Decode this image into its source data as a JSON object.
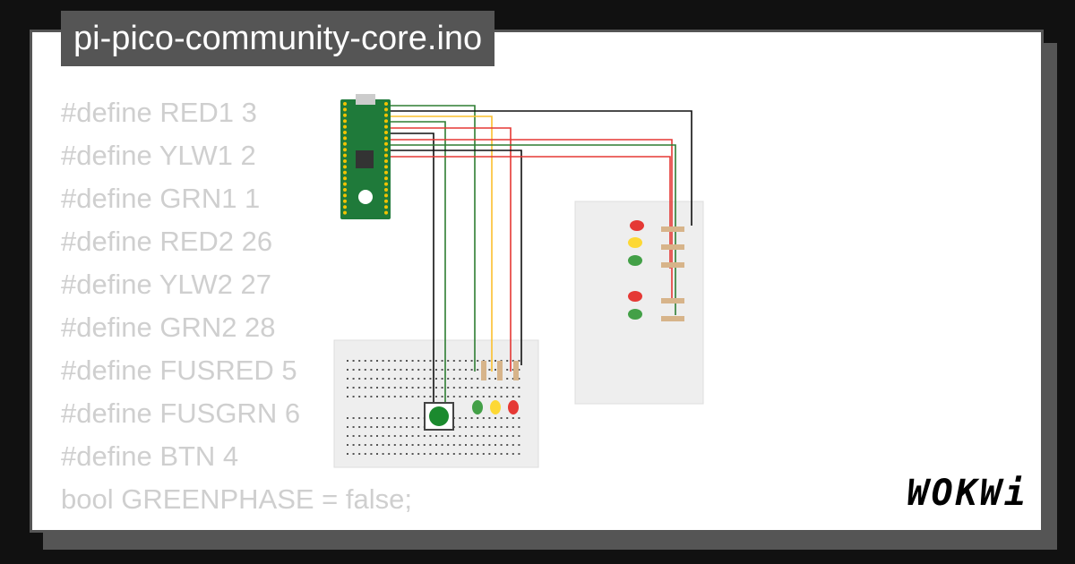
{
  "title": "pi-pico-community-core.ino",
  "code_lines": [
    "#define RED1 3",
    "#define YLW1 2",
    "#define GRN1 1",
    "#define RED2 26",
    "#define YLW2 27",
    "#define GRN2 28",
    "#define FUSRED 5",
    "#define FUSGRN 6",
    "#define BTN 4",
    "bool GREENPHASE = false;"
  ],
  "logo": "WOKWi",
  "colors": {
    "background": "#111111",
    "card": "#ffffff",
    "frame": "#555555",
    "code_text": "#cfcfcf",
    "pico_board": "#1f7a3a",
    "led_red": "#e53935",
    "led_yellow": "#fdd835",
    "led_green": "#43a047",
    "button": "#1b8a2e"
  },
  "icons": [
    "raspberry-pi-pico-icon",
    "pushbutton-icon",
    "led-icon",
    "resistor-icon",
    "breadboard-icon"
  ]
}
